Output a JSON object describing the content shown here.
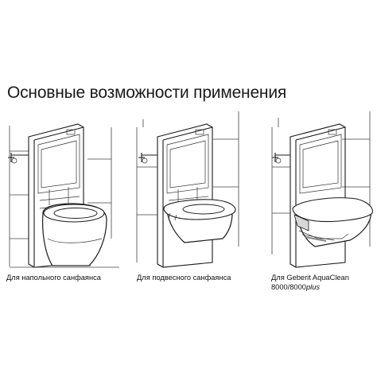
{
  "title": "Основные возможности применения",
  "variants": [
    {
      "caption": "Для напольного санфаянса"
    },
    {
      "caption": "Для подвесного санфаянса"
    },
    {
      "caption_line1": "Для Geberit AquaClean",
      "caption_line2_regular": "8000/8000",
      "caption_line2_italic": "plus"
    }
  ]
}
